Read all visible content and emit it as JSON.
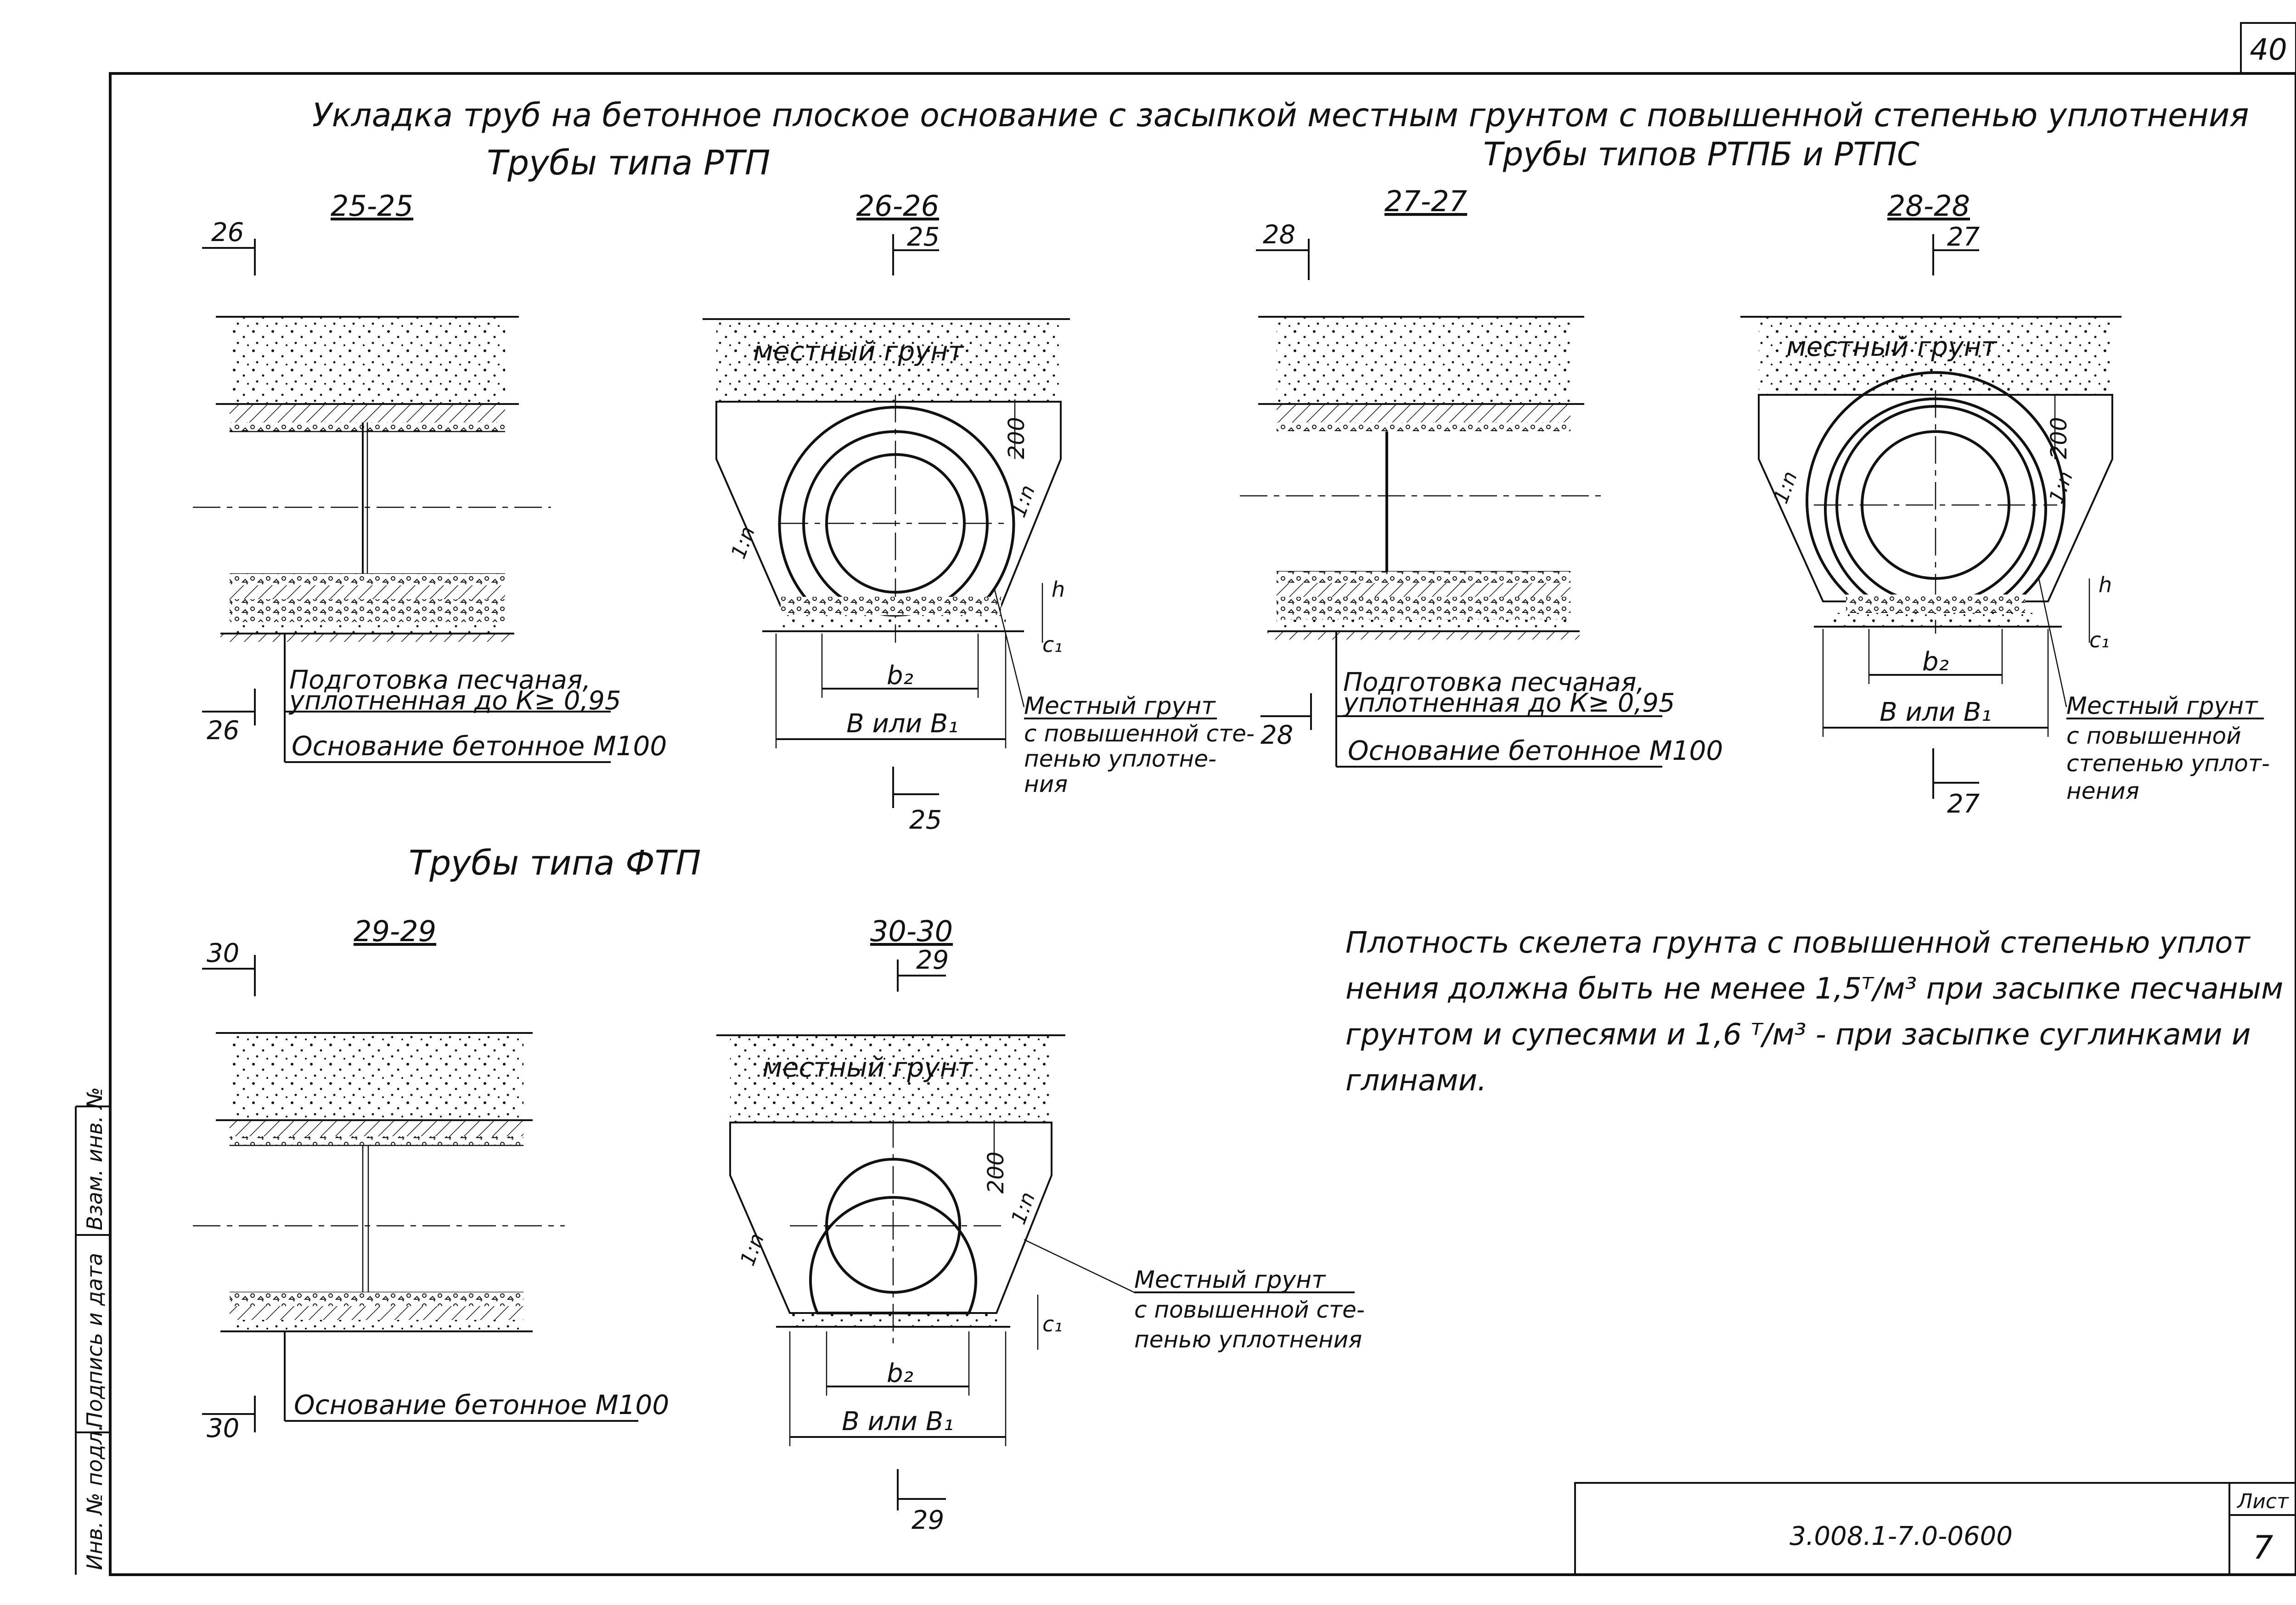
{
  "sheet_number_top": "40",
  "title": "Укладка труб на бетонное плоское основание с засыпкой местным грунтом с повышенной степенью уплотнения",
  "group_labels": {
    "rtp": "Трубы типа РТП",
    "rtpb_rtps": "Трубы типов РТПБ и РТПС",
    "ftp": "Трубы типа ФТП"
  },
  "sections": {
    "s25": {
      "title": "25-25",
      "marker_top": "26",
      "marker_bottom": "26"
    },
    "s26": {
      "title": "26-26",
      "marker_top": "25",
      "marker_bottom": "25"
    },
    "s27": {
      "title": "27-27",
      "marker_top": "28",
      "marker_bottom": "28"
    },
    "s28": {
      "title": "28-28",
      "marker_top": "27",
      "marker_bottom": "27"
    },
    "s29": {
      "title": "29-29",
      "marker_top": "30",
      "marker_bottom": "30"
    },
    "s30": {
      "title": "30-30",
      "marker_top": "29",
      "marker_bottom": "29"
    }
  },
  "labels": {
    "soil": "местный грунт",
    "sand_prep_1": "Подготовка песчаная,",
    "sand_prep_2": "уплотненная до К≥ 0,95",
    "concrete_base": "Основание бетонное М100",
    "dim_200": "200",
    "slope": "1:n",
    "h": "h",
    "c1": "c₁",
    "b2": "b₂",
    "b_or_b1": "В или В₁"
  },
  "callout_26": [
    "Местный грунт",
    "с повышенной сте-",
    "пенью уплотне-",
    "ния"
  ],
  "callout_28": [
    "Местный грунт",
    "с повышенной",
    "степенью уплот-",
    "нения"
  ],
  "callout_30": [
    "Местный грунт",
    "с повышенной сте-",
    "пенью уплотнения"
  ],
  "note": [
    "Плотность скелета грунта с повышенной степенью уплот",
    "нения должна быть не менее 1,5ᵀ/м³ при засыпке песчаным",
    "грунтом и супесями и 1,6 ᵀ/м³ - при засыпке суглинками и",
    "глинами."
  ],
  "side_stamp": [
    "Инв. № подл.",
    "Подпись и дата",
    "Взам. инв. №"
  ],
  "title_block": {
    "code": "3.008.1-7.0-0600",
    "sheet_label": "Лист",
    "sheet_number": "7"
  }
}
